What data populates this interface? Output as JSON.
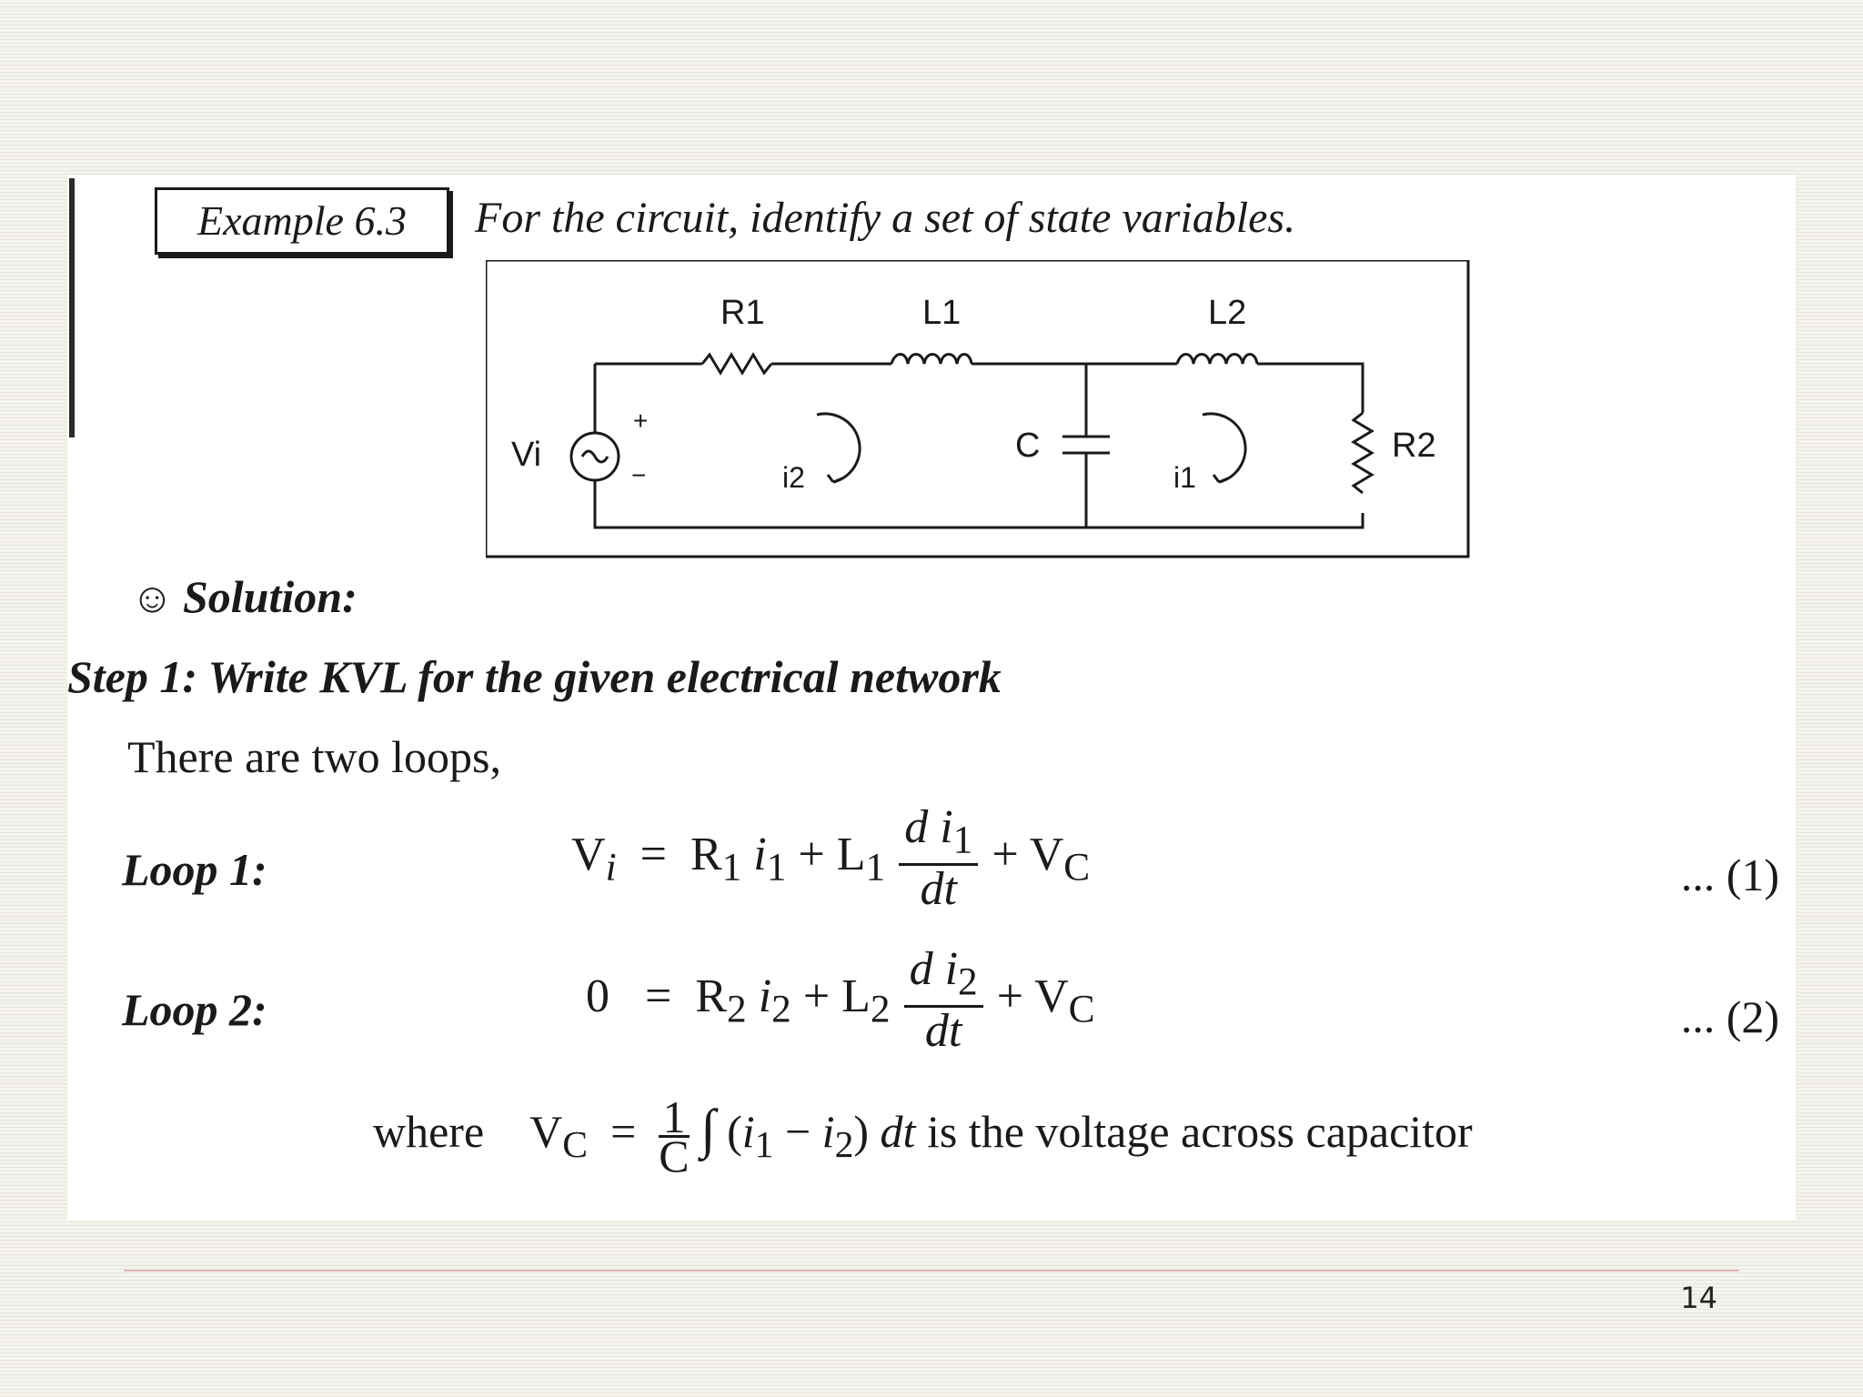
{
  "example": {
    "label": "Example 6.3",
    "statement": "For the circuit, identify a set of state variables."
  },
  "circuit": {
    "source_label": "Vi",
    "source_plus": "+",
    "source_minus": "−",
    "r1_label": "R1",
    "l1_label": "L1",
    "l2_label": "L2",
    "c_label": "C",
    "r2_label": "R2",
    "loop_left_label": "i2",
    "loop_right_label": "i1"
  },
  "solution": {
    "smiley": "☺",
    "label": "Solution:"
  },
  "step1": "Step 1: Write KVL for the given electrical network",
  "intro": "There are two loops,",
  "loop1": {
    "label": "Loop 1:",
    "lhs": "V",
    "lhs_sub": "i",
    "equals": "=",
    "r": "R",
    "r_sub": "1",
    "i": "i",
    "i_sub": "1",
    "plus1": "+",
    "l": "L",
    "l_sub": "1",
    "num_d": "d i",
    "num_sub": "1",
    "den": "dt",
    "plus2": "+ V",
    "vc_sub": "C",
    "number": "... (1)"
  },
  "loop2": {
    "label": "Loop 2:",
    "lhs": "0",
    "equals": "=",
    "r": "R",
    "r_sub": "2",
    "i": "i",
    "i_sub": "2",
    "plus1": "+",
    "l": "L",
    "l_sub": "2",
    "num_d": "d i",
    "num_sub": "2",
    "den": "dt",
    "plus2": "+ V",
    "vc_sub": "C",
    "number": "... (2)"
  },
  "where": {
    "word": "where",
    "lhs": "V",
    "lhs_sub": "C",
    "equals": "=",
    "frac_num": "1",
    "frac_den": "C",
    "integral": "∫",
    "open": "(",
    "i1": "i",
    "i1_sub": "1",
    "minus": " − ",
    "i2": "i",
    "i2_sub": "2",
    "close": ")",
    "dt": "dt",
    "description": "is the voltage across capacitor"
  },
  "page_number": "14"
}
